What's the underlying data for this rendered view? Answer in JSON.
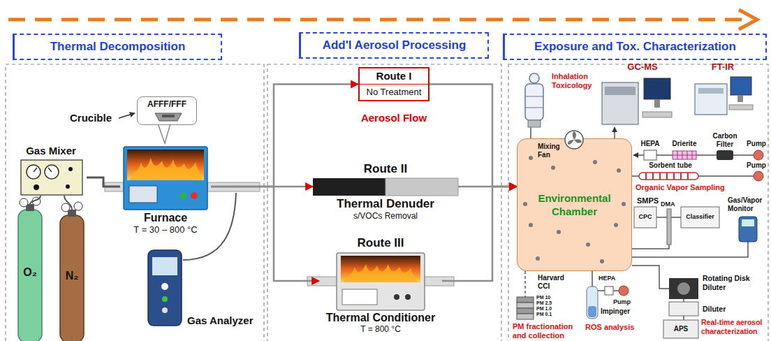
{
  "diagram": {
    "nodes": [
      {
        "text": [
          "Thermal Decomposition"
        ]
      },
      {
        "text": [
          "Add'l Aerosol Processing"
        ]
      },
      {
        "text": [
          "Exposure and Tox. Characterization"
        ]
      },
      {
        "text": [
          "Gas Mixer"
        ]
      },
      {
        "text": [
          "AFFF/FFF"
        ]
      },
      {
        "text": [
          "Furnace",
          "T = 30 – 800 °C"
        ]
      },
      {
        "text": [
          "Gas Analyzer"
        ]
      },
      {
        "text": [
          "Route I",
          "No Treatment"
        ]
      },
      {
        "text": [
          "Route II",
          "Thermal Denuder",
          "s/VOCs Removal"
        ]
      },
      {
        "text": [
          "Route III",
          "Thermal Conditioner",
          "T = 800 °C"
        ]
      },
      {
        "text": [
          "Environmental Chamber"
        ]
      }
    ],
    "edges": [
      {
        "from": 3,
        "to": 5,
        "arrow": "none"
      },
      {
        "from": 5,
        "to": 7,
        "arrow": "to"
      },
      {
        "from": 5,
        "to": 8,
        "arrow": "to"
      },
      {
        "from": 5,
        "to": 9,
        "arrow": "to"
      },
      {
        "from": 7,
        "to": 10,
        "arrow": "to"
      },
      {
        "from": 8,
        "to": 10,
        "arrow": "to"
      },
      {
        "from": 9,
        "to": 10,
        "arrow": "to"
      }
    ],
    "labels": [
      "Crucible",
      "O₂",
      "N₂",
      "Aerosol Flow",
      "Inhalation Toxicology",
      "GC-MS",
      "FT-IR",
      "Mixing Fan",
      "HEPA",
      "Drierite",
      "Carbon Filter",
      "Pump",
      "Sorbent tube",
      "Pump",
      "Organic Vapor Sampling",
      "SMPS",
      "CPC",
      "DMA",
      "Classifier",
      "Gas/Vapor Monitor",
      "Harvard CCI",
      "PM 10",
      "PM 2.5",
      "PM 1.0",
      "PM 0.1",
      "Impinger",
      "HEPA",
      "Pump",
      "Rotating Disk Diluter",
      "Diluter",
      "APS",
      "PM fractionation and collection",
      "ROS analysis",
      "Real-time aerosol characterization"
    ]
  }
}
